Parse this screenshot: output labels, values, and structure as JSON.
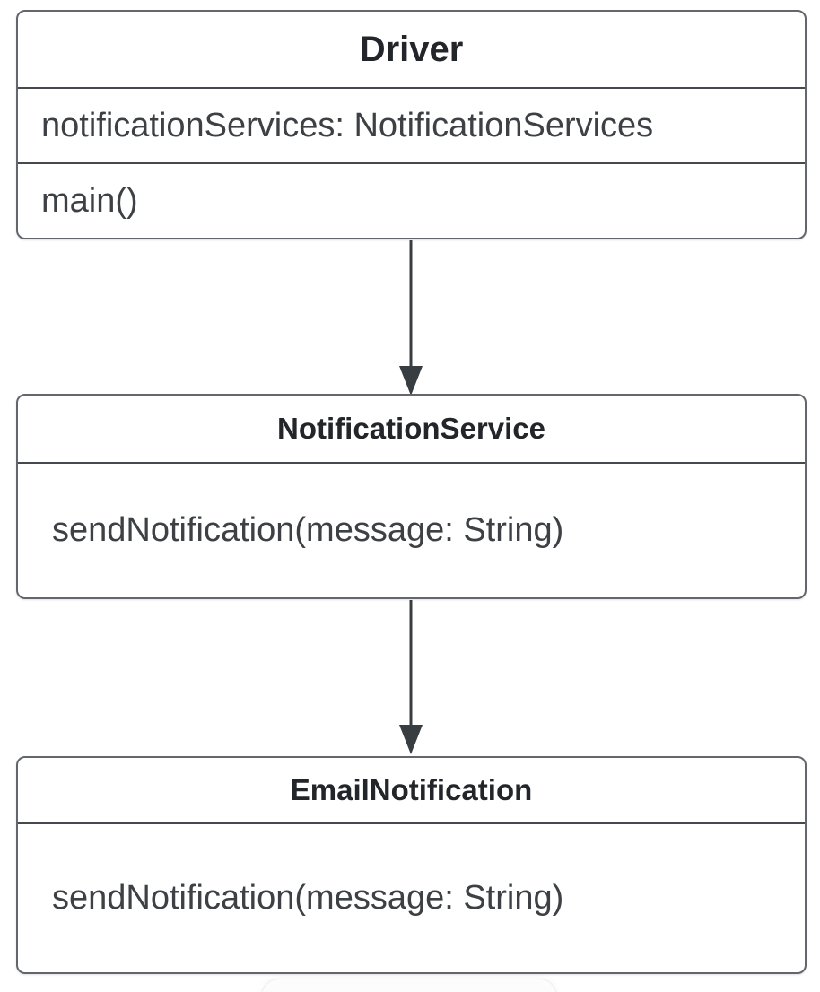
{
  "diagram": {
    "type": "uml-class-diagram",
    "classes": [
      {
        "id": "Driver",
        "title": "Driver",
        "compartments": [
          [
            "notificationServices: NotificationServices"
          ],
          [
            "main()"
          ]
        ]
      },
      {
        "id": "NotificationService",
        "title": "NotificationService",
        "compartments": [
          [
            "sendNotification(message: String)"
          ]
        ]
      },
      {
        "id": "EmailNotification",
        "title": "EmailNotification",
        "compartments": [
          [
            "sendNotification(message: String)"
          ]
        ]
      }
    ],
    "connectors": [
      {
        "from": "Driver",
        "to": "NotificationService",
        "line": "solid",
        "arrowhead": "filled-triangle",
        "direction": "down"
      },
      {
        "from": "NotificationService",
        "to": "EmailNotification",
        "line": "solid",
        "arrowhead": "filled-triangle",
        "direction": "down"
      }
    ],
    "colors": {
      "box_border": "#63676c",
      "divider": "#45494d",
      "title_text": "#222529",
      "member_text": "#3d4145",
      "arrow": "#383d42",
      "canvas_bg": "#ffffff"
    }
  }
}
